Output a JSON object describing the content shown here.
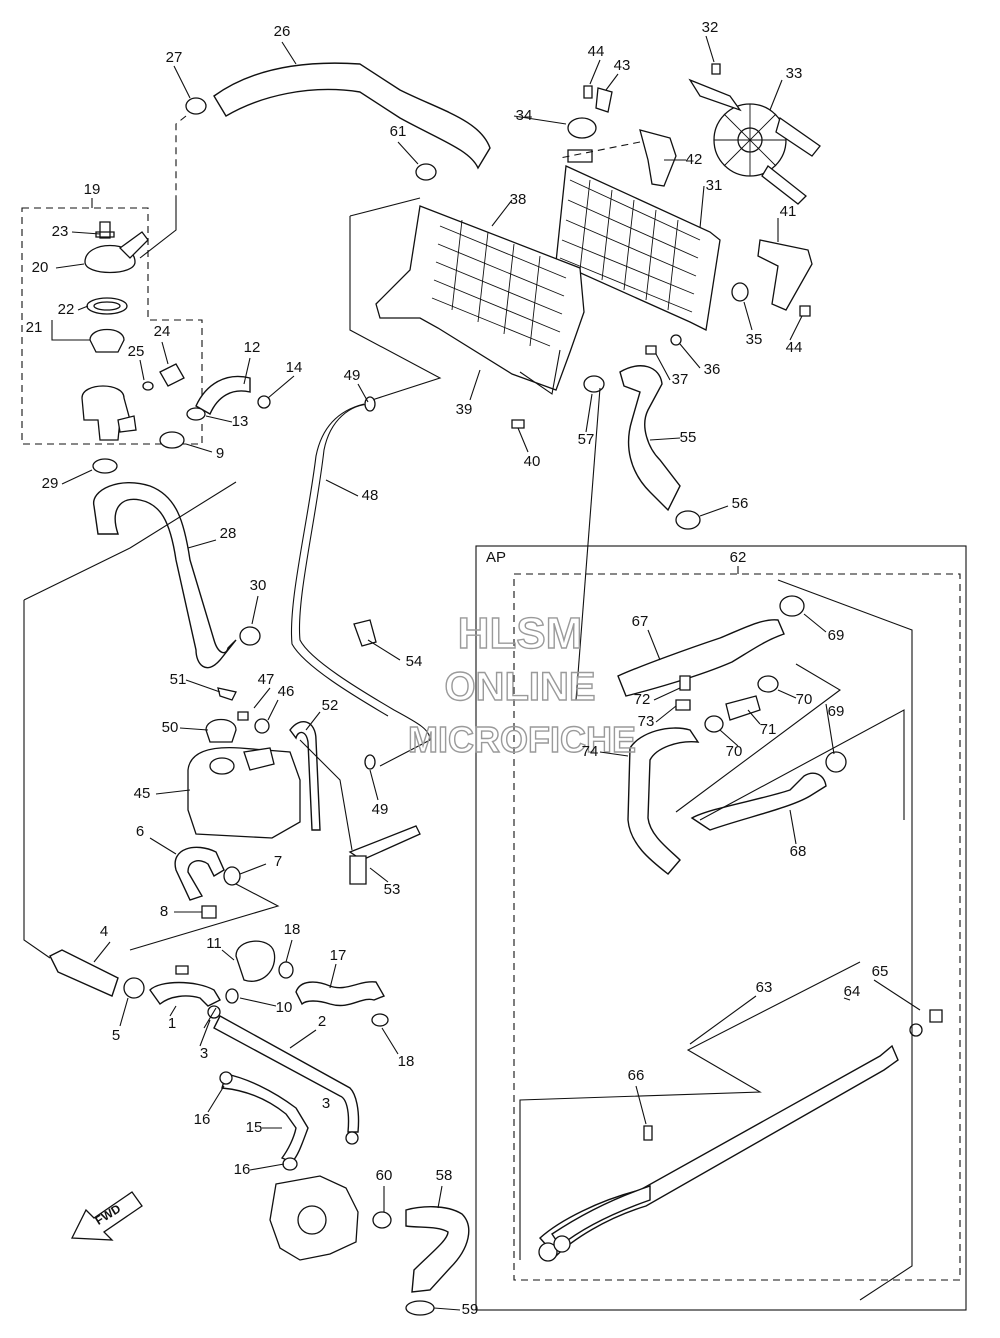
{
  "watermark": {
    "line1": "HLSM",
    "line2": "ONLINE",
    "line3": "MICROFICHE"
  },
  "kit_label": "AP",
  "fwd_label": "FWD",
  "part_numbers": {
    "p1": "1",
    "p2": "2",
    "p3a": "3",
    "p3b": "3",
    "p4": "4",
    "p5": "5",
    "p6": "6",
    "p7": "7",
    "p8": "8",
    "p9": "9",
    "p10": "10",
    "p11": "11",
    "p12": "12",
    "p13": "13",
    "p14": "14",
    "p15": "15",
    "p16a": "16",
    "p16b": "16",
    "p17": "17",
    "p18a": "18",
    "p18b": "18",
    "p19": "19",
    "p20": "20",
    "p21": "21",
    "p22": "22",
    "p23": "23",
    "p24": "24",
    "p25": "25",
    "p26": "26",
    "p27": "27",
    "p28": "28",
    "p29": "29",
    "p30": "30",
    "p31": "31",
    "p32": "32",
    "p33": "33",
    "p34": "34",
    "p35": "35",
    "p36": "36",
    "p37": "37",
    "p38": "38",
    "p39": "39",
    "p40": "40",
    "p41": "41",
    "p42": "42",
    "p43": "43",
    "p44a": "44",
    "p44b": "44",
    "p45": "45",
    "p46": "46",
    "p47": "47",
    "p48": "48",
    "p49a": "49",
    "p49b": "49",
    "p50": "50",
    "p51": "51",
    "p52": "52",
    "p53": "53",
    "p54": "54",
    "p55": "55",
    "p56": "56",
    "p57": "57",
    "p58": "58",
    "p59": "59",
    "p60": "60",
    "p61": "61",
    "p62": "62",
    "p63": "63",
    "p64": "64",
    "p65": "65",
    "p66": "66",
    "p67": "67",
    "p68": "68",
    "p69a": "69",
    "p69b": "69",
    "p70a": "70",
    "p70b": "70",
    "p71": "71",
    "p72": "72",
    "p73": "73",
    "p74": "74"
  }
}
